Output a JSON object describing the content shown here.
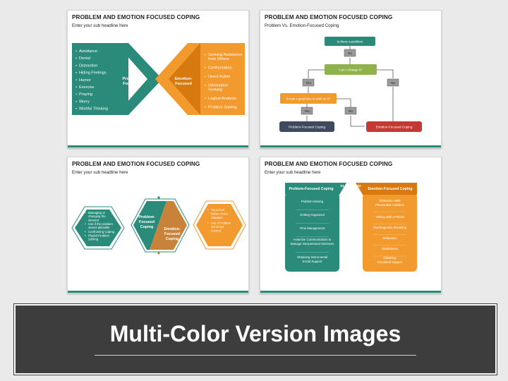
{
  "slide_title": "PROBLEM AND EMOTION FOCUSED COPING",
  "slide1": {
    "subtitle": "Enter your sub headline here",
    "left_items": [
      "Avoidance",
      "Denial",
      "Distraction",
      "Hiding Feelings",
      "Humor",
      "Exercise",
      "Praying",
      "Worry",
      "Wishful Thinking"
    ],
    "right_items": [
      [
        "Seeking Assistance",
        "from Others"
      ],
      [
        "Confrontation"
      ],
      [
        "Direct Action"
      ],
      [
        "Information",
        "Seeking"
      ],
      [
        "Logical Analysis"
      ],
      [
        "Problem Solving"
      ]
    ],
    "center_left": [
      "Problem-",
      "Focused"
    ],
    "center_right": [
      "Emotion-",
      "Focused"
    ]
  },
  "slide2": {
    "subtitle": "Problem Vs. Emotion-Focused Coping",
    "q1": "Is there a problem",
    "no1": "No",
    "q2": "Can I change it?",
    "yes": "Yes",
    "no2": "No",
    "q3": "Is now a good time to work on it?",
    "yes2": "Yes",
    "no3": "No",
    "result_left": "Problem-Focused Coping",
    "result_right": "Emotion-Focused Coping"
  },
  "slide3": {
    "subtitle": "Enter your sub headline here",
    "left_items": [
      [
        "Managing or",
        "changing the",
        "stressor"
      ],
      [
        "Use if the problem",
        "seems alterable"
      ],
      [
        "Confronting Coping"
      ],
      [
        "Playful Problem",
        "Solving"
      ]
    ],
    "center_left": [
      "Problem-",
      "Focused",
      "Coping"
    ],
    "center_right": [
      "Emotion-",
      "Focused",
      "Coping"
    ],
    "right_items": [
      [
        "Try to feel",
        "Better About",
        "Situation"
      ],
      [
        "Use if Problem",
        "out of our",
        "Control"
      ]
    ]
  },
  "slide4": {
    "subtitle": "Enter your sub headline here",
    "left_header": "Problem-Focused Coping",
    "left_num": "01",
    "right_header": "Emotion-Focused Coping",
    "right_num": "02",
    "left_items": [
      [
        "Problem-Solving"
      ],
      [
        "Getting Organized"
      ],
      [
        "Time Management"
      ],
      [
        "Assertive Communication to",
        "Manage Interpersonal Stressors"
      ],
      [
        "Obtaining Instrumental",
        "Social Support"
      ]
    ],
    "right_items": [
      [
        "Distraction With",
        "Pleasurable Activities"
      ],
      [
        "Talking With a Friend"
      ],
      [
        "Diaphragmatic Breathing"
      ],
      [
        "Relaxation"
      ],
      [
        "Mindfulness"
      ],
      [
        "Obtaining",
        "Emotional Support"
      ]
    ]
  },
  "banner": "Multi-Color Version Images",
  "colors": {
    "teal": "#2a8b7a",
    "orange": "#f29a2e",
    "dark_orange": "#d8790f",
    "navy": "#3f4a5e",
    "red": "#c33a34",
    "green": "#8fb24c",
    "gray": "#9a9a9a"
  }
}
